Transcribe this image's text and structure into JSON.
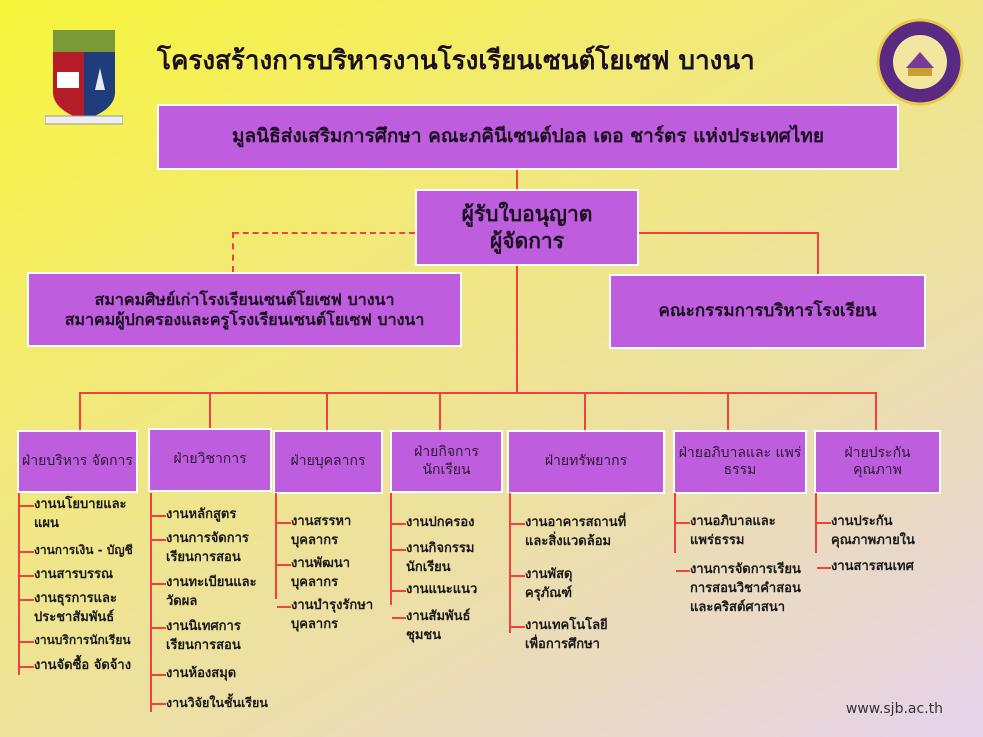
{
  "title": "โครงสร้างการบริหารงานโรงเรียนเซนต์โยเซฟ บางนา",
  "foundation": "มูลนิธิส่งเสริมการศึกษา คณะภคินีเซนต์ปอล เดอ ชาร์ตร แห่งประเทศไทย",
  "licensee": [
    "ผู้รับใบอนุญาต",
    "ผู้จัดการ"
  ],
  "associations": [
    "สมาคมศิษย์เก่าโรงเรียนเซนต์โยเซฟ บางนา",
    "สมาคมผู้ปกครองและครูโรงเรียนเซนต์โยเซฟ บางนา"
  ],
  "committee": "คณะกรรมการบริหารโรงเรียน",
  "departments": [
    {
      "name": "ฝ่ายบริหาร จัดการ",
      "items": [
        "งานนโยบายและแผน",
        "งานการเงิน - บัญชี",
        "งานสารบรรณ",
        "งานธุรการและประชาสัมพันธ์",
        "งานบริการนักเรียน",
        "งานจัดซื้อ จัดจ้าง"
      ]
    },
    {
      "name": "ฝ่ายวิชาการ",
      "items": [
        "งานหลักสูตร",
        "งานการจัดการเรียนการสอน",
        "งานทะเบียนและวัดผล",
        "งานนิเทศการเรียนการสอน",
        "งานห้องสมุด",
        "งานวิจัยในชั้นเรียน"
      ]
    },
    {
      "name": "ฝ่ายบุคลากร",
      "items": [
        "งานสรรหาบุคลากร",
        "งานพัฒนาบุคลากร",
        "งานบำรุงรักษาบุคลากร"
      ]
    },
    {
      "name": "ฝ่ายกิจการ นักเรียน",
      "items": [
        "งานปกครอง",
        "งานกิจกรรมนักเรียน",
        "งานแนะแนว",
        "งานสัมพันธ์ชุมชน"
      ]
    },
    {
      "name": "ฝ่ายทรัพยากร",
      "items": [
        "งานอาคารสถานที่และสิ่งแวดล้อม",
        "งานพัสดุครุภัณฑ์",
        "งานเทคโนโลยีเพื่อการศึกษา"
      ]
    },
    {
      "name": "ฝ่ายอภิบาลและ แพร่ธรรม",
      "items": [
        "งานอภิบาลและแพร่ธรรม",
        "งานการจัดการเรียนการสอนวิชาคำสอนและคริสต์ศาสนา"
      ]
    },
    {
      "name": "ฝ่ายประกัน คุณภาพ",
      "items": [
        "งานประกันคุณภาพภายใน",
        "งานสารสนเทศ"
      ]
    }
  ],
  "website": "www.sjb.ac.th",
  "colors": {
    "box": "#bf5ddf",
    "line": "#f0413d"
  }
}
